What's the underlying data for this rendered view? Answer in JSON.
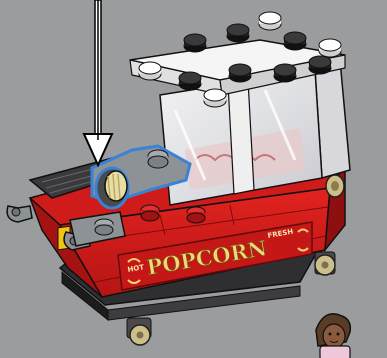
{
  "scene": {
    "background": "#9a9c9e",
    "colors": {
      "body_red": "#d41c1c",
      "body_red_dark": "#8e0f10",
      "black_plate": "#2b2b2b",
      "gray": "#8d9296",
      "highlight": "#3a82d6",
      "gold": "#c8b06a",
      "white": "#f3f3f3"
    }
  },
  "sign": {
    "small_left": "HOT",
    "main": "POPCORN",
    "small_right": "FRESH"
  },
  "pointer": {
    "icon": "arrow-down-icon"
  }
}
